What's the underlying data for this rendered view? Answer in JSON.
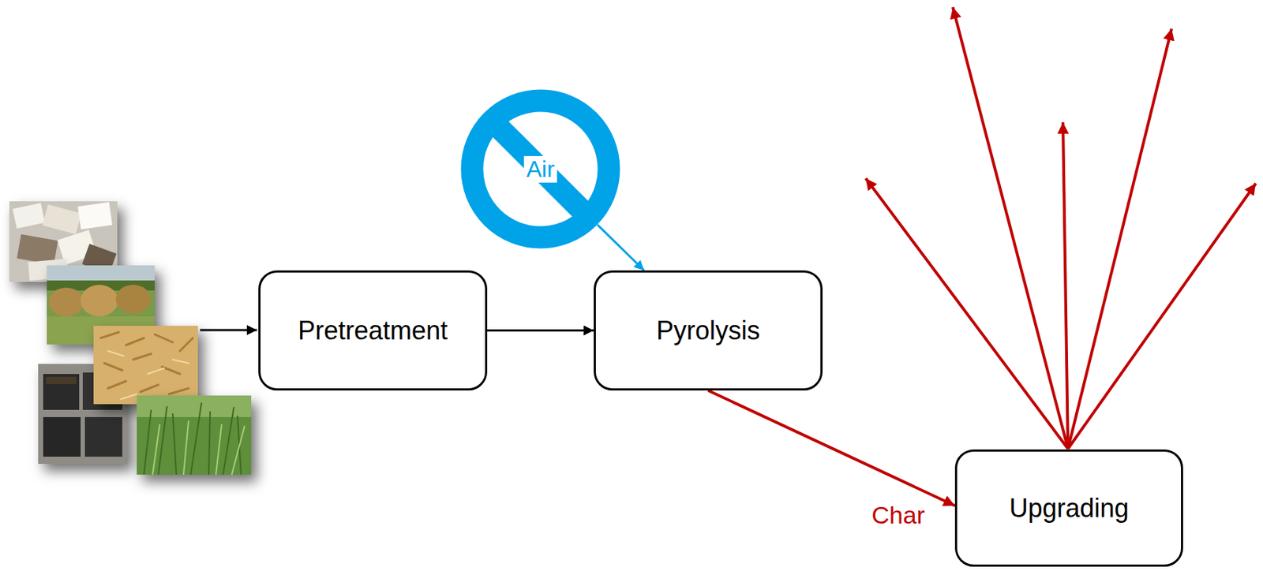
{
  "diagram": {
    "nodes": [
      {
        "text": [
          "Pretreatment"
        ]
      },
      {
        "text": [
          "Air"
        ]
      },
      {
        "text": [
          "Pyrolysis"
        ]
      },
      {
        "text": [
          "Upgrading"
        ]
      }
    ],
    "edges": [
      {
        "from": 0,
        "to": 2,
        "arrow": "to"
      },
      {
        "from": 1,
        "to": 2,
        "arrow": "to"
      },
      {
        "from": 2,
        "to": 3,
        "arrow": "to",
        "label": "Char"
      }
    ]
  }
}
